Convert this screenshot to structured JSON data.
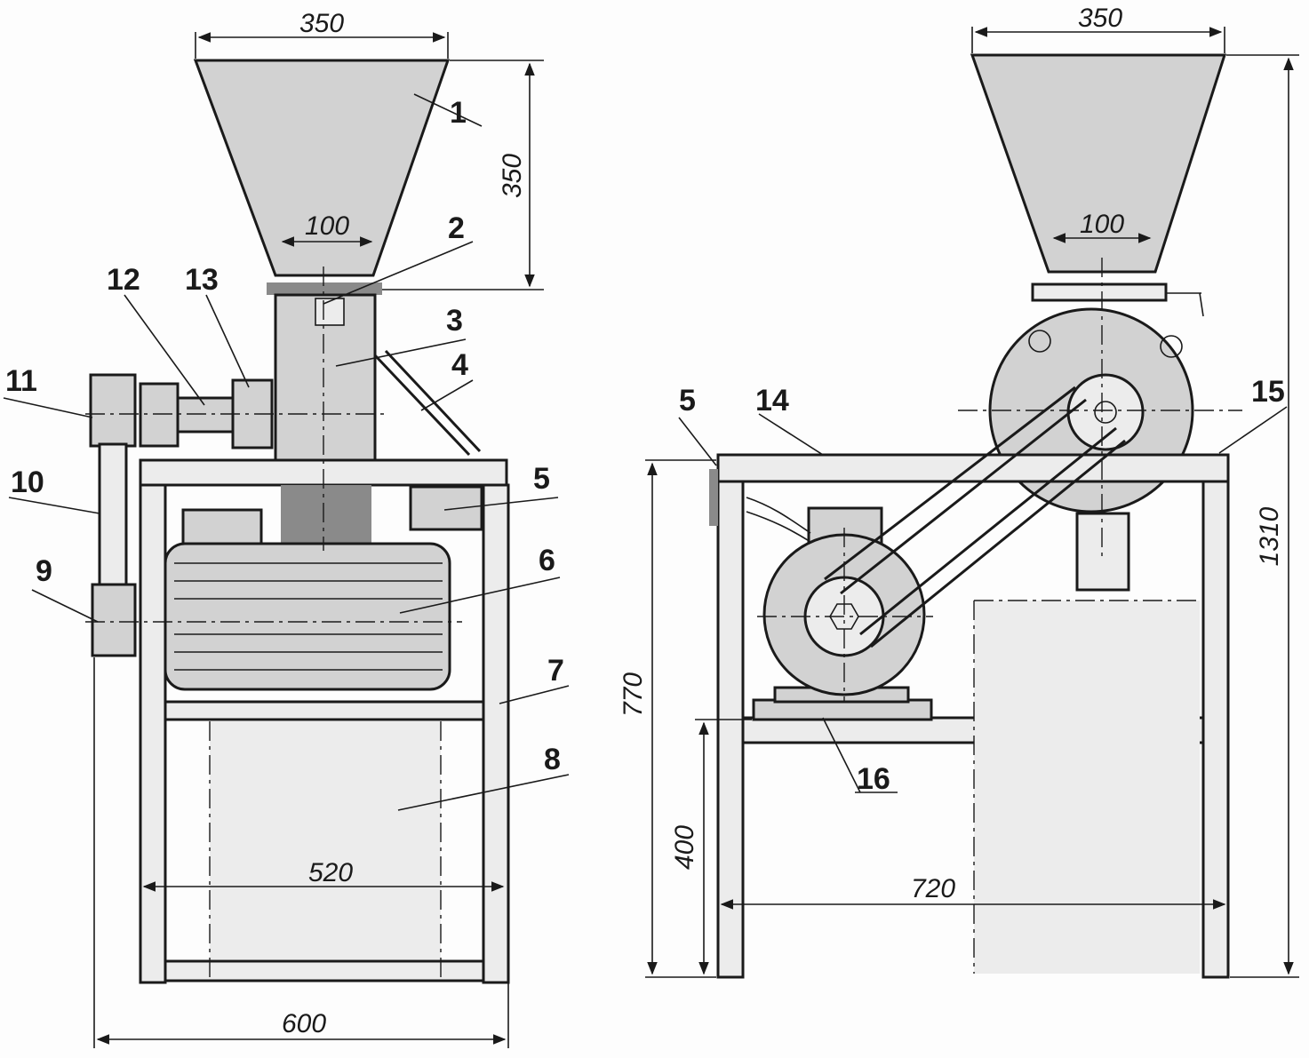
{
  "dimensions": {
    "left": {
      "hopper_top_width": "350",
      "hopper_height": "350",
      "hopper_outlet_width": "100",
      "frame_inner_width": "520",
      "overall_width": "600"
    },
    "right": {
      "hopper_top_width": "350",
      "hopper_outlet_width": "100",
      "frame_height": "770",
      "shelf_height": "400",
      "frame_width": "720",
      "overall_height": "1310"
    }
  },
  "labels": {
    "l1": "1",
    "l2": "2",
    "l3": "3",
    "l4": "4",
    "l5": "5",
    "l6": "6",
    "l7": "7",
    "l8": "8",
    "l9": "9",
    "l10": "10",
    "l11": "11",
    "l12": "12",
    "l13": "13",
    "r5": "5",
    "r14": "14",
    "r15": "15",
    "r16": "16"
  }
}
